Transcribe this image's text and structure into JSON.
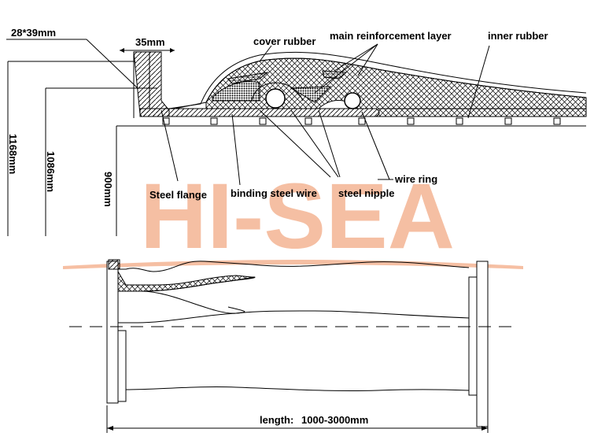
{
  "labels": {
    "dim_flange": "28*39mm",
    "dim_35": "35mm",
    "dim_1168": "1168mm",
    "dim_1086": "1086mm",
    "dim_900": "900mm",
    "cover_rubber": "cover rubber",
    "main_reinforcement": "main reinforcement layer",
    "inner_rubber": "inner rubber",
    "wire_ring": "wire ring",
    "steel_flange": "Steel flange",
    "binding_steel_wire": "binding steel wire",
    "steel_nipple": "steel nipple",
    "length_label": "length:",
    "length_value": "1000-3000mm"
  },
  "watermark": {
    "text": "HI-SEA",
    "color": "#f4b493"
  },
  "colors": {
    "line": "#000000",
    "watermark": "#f4b493"
  }
}
